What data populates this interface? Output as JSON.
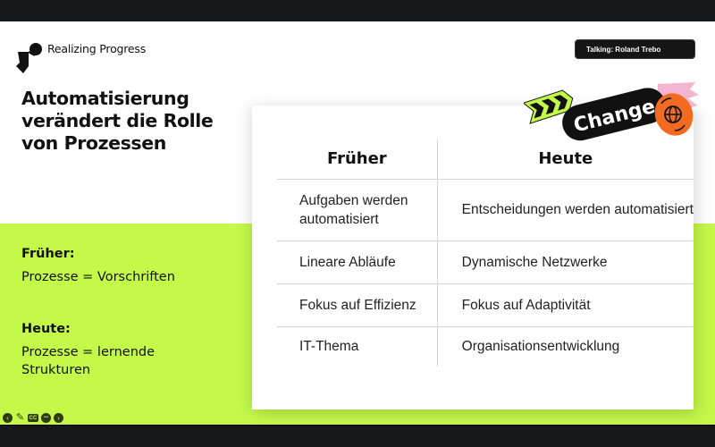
{
  "slide": {
    "brand": "Realizing Progress",
    "title": "Automatisierung verändert die Rolle von Prozessen",
    "left": {
      "past_heading": "Früher:",
      "past_text": "Prozesse = Vorschriften",
      "present_heading": "Heute:",
      "present_text": "Prozesse = lernende Strukturen"
    },
    "table": {
      "headers": [
        "Früher",
        "Heute"
      ],
      "rows": [
        [
          "Aufgaben werden automatisiert",
          "Entscheidungen werden automatisiert"
        ],
        [
          "Lineare Abläufe",
          "Dynamische Netzwerke"
        ],
        [
          "Fokus auf Effizienz",
          "Fokus auf Adaptivität"
        ],
        [
          "IT-Thema",
          "Organisationsentwicklung"
        ]
      ]
    },
    "sticker": {
      "label": "Change",
      "icons": [
        "chevrons-icon",
        "globe-refresh-icon"
      ]
    }
  },
  "meeting": {
    "talking_indicator": "Talking: Roland Trebo"
  },
  "controls": {
    "items": [
      "previous-icon",
      "pen-icon",
      "captions-icon",
      "more-icon",
      "next-icon"
    ],
    "glyphs": [
      "‹",
      "✎",
      "CC",
      "•••",
      "›"
    ]
  },
  "colors": {
    "lime": "#c4f94a",
    "orange": "#f26b21",
    "pink": "#f4b5d0",
    "dark": "#17181c"
  }
}
